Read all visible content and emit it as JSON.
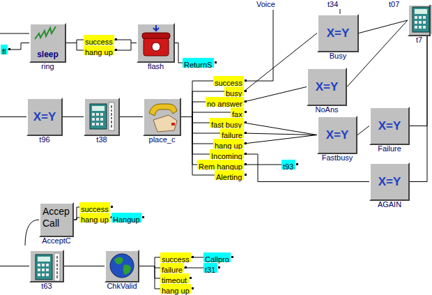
{
  "diagram": {
    "nodes": [
      {
        "text": [
          "fl"
        ]
      },
      {
        "text": [
          "sleep",
          "ring"
        ]
      },
      {
        "text": [
          "success"
        ]
      },
      {
        "text": [
          "hang up"
        ]
      },
      {
        "text": [
          "flash"
        ]
      },
      {
        "text": [
          "ReturnS"
        ]
      },
      {
        "text": [
          "X=Y",
          "Busy"
        ]
      },
      {
        "text": [
          "t7"
        ]
      },
      {
        "text": [
          "X=Y",
          "NoAns"
        ]
      },
      {
        "text": [
          "X=Y",
          "t96"
        ]
      },
      {
        "text": [
          "t38"
        ]
      },
      {
        "text": [
          "place_c"
        ]
      },
      {
        "text": [
          "success"
        ]
      },
      {
        "text": [
          "busy"
        ]
      },
      {
        "text": [
          "no answer"
        ]
      },
      {
        "text": [
          "fax"
        ]
      },
      {
        "text": [
          "fast busy"
        ]
      },
      {
        "text": [
          "failure"
        ]
      },
      {
        "text": [
          "hang up"
        ]
      },
      {
        "text": [
          "Incoming"
        ]
      },
      {
        "text": [
          "Rem hangup"
        ]
      },
      {
        "text": [
          "Alerting"
        ]
      },
      {
        "text": [
          "X=Y",
          "Fastbusy"
        ]
      },
      {
        "text": [
          "X=Y",
          "Failure"
        ]
      },
      {
        "text": [
          "t93"
        ]
      },
      {
        "text": [
          "X=Y",
          "AGAIN"
        ]
      },
      {
        "text": [
          "Accep Call",
          "AcceptC"
        ]
      },
      {
        "text": [
          "success"
        ]
      },
      {
        "text": [
          "hang up"
        ]
      },
      {
        "text": [
          "Hangup"
        ]
      },
      {
        "text": [
          "t63"
        ]
      },
      {
        "text": [
          "ChkValid"
        ]
      },
      {
        "text": [
          "success"
        ]
      },
      {
        "text": [
          "failure"
        ]
      },
      {
        "text": [
          "timeout"
        ]
      },
      {
        "text": [
          "hang up"
        ]
      },
      {
        "text": [
          "Callpro"
        ]
      },
      {
        "text": [
          "t31"
        ]
      }
    ],
    "edges": [
      {
        "from": 0,
        "to": 1,
        "arrow": "none"
      },
      {
        "from": 1,
        "to": 2,
        "arrow": "none"
      },
      {
        "from": 1,
        "to": 3,
        "arrow": "none"
      },
      {
        "from": 2,
        "to": 4,
        "arrow": "none"
      },
      {
        "from": 3,
        "to": 4,
        "arrow": "none"
      },
      {
        "from": 4,
        "to": 5,
        "arrow": "none"
      },
      {
        "from": 9,
        "to": 10,
        "arrow": "none"
      },
      {
        "from": 10,
        "to": 11,
        "arrow": "none"
      },
      {
        "from": 11,
        "to": 12,
        "arrow": "none"
      },
      {
        "from": 11,
        "to": 13,
        "arrow": "none"
      },
      {
        "from": 11,
        "to": 14,
        "arrow": "none"
      },
      {
        "from": 11,
        "to": 15,
        "arrow": "none"
      },
      {
        "from": 11,
        "to": 16,
        "arrow": "none"
      },
      {
        "from": 11,
        "to": 17,
        "arrow": "none"
      },
      {
        "from": 11,
        "to": 18,
        "arrow": "none"
      },
      {
        "from": 11,
        "to": 19,
        "arrow": "none"
      },
      {
        "from": 11,
        "to": 20,
        "arrow": "none"
      },
      {
        "from": 11,
        "to": 21,
        "arrow": "none"
      },
      {
        "from": 13,
        "to": 6,
        "arrow": "none"
      },
      {
        "from": 14,
        "to": 8,
        "arrow": "none"
      },
      {
        "from": 16,
        "to": 22,
        "arrow": "none"
      },
      {
        "from": 17,
        "to": 22,
        "arrow": "none"
      },
      {
        "from": 18,
        "to": 22,
        "arrow": "none"
      },
      {
        "from": 19,
        "to": 25,
        "arrow": "none"
      },
      {
        "from": 20,
        "to": 24,
        "arrow": "none"
      },
      {
        "from": 6,
        "to": 7,
        "arrow": "none"
      },
      {
        "from": 8,
        "to": 7,
        "arrow": "none"
      },
      {
        "from": 22,
        "to": 23,
        "arrow": "none"
      },
      {
        "from": 23,
        "to": 7,
        "arrow": "none"
      },
      {
        "from": 25,
        "to": 7,
        "arrow": "none"
      },
      {
        "from": 26,
        "to": 27,
        "arrow": "none"
      },
      {
        "from": 26,
        "to": 28,
        "arrow": "none"
      },
      {
        "from": 28,
        "to": 29,
        "arrow": "none"
      },
      {
        "from": 30,
        "to": 31,
        "arrow": "none"
      },
      {
        "from": 31,
        "to": 32,
        "arrow": "none"
      },
      {
        "from": 31,
        "to": 33,
        "arrow": "none"
      },
      {
        "from": 31,
        "to": 34,
        "arrow": "none"
      },
      {
        "from": 31,
        "to": 35,
        "arrow": "none"
      },
      {
        "from": 32,
        "to": 36,
        "arrow": "none"
      },
      {
        "from": 33,
        "to": 37,
        "arrow": "none"
      }
    ],
    "labels": [
      "Voice",
      "t34",
      "t07"
    ]
  }
}
